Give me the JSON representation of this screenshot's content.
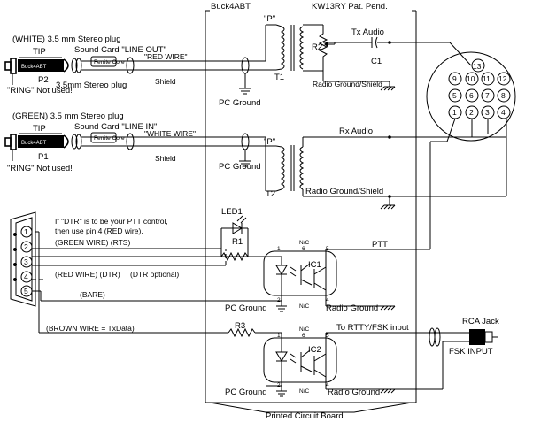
{
  "header": {
    "left_label": "Buck4ABT",
    "right_label": "KW13RY Pat. Pend.",
    "footer": "Printed Circuit Board"
  },
  "plug_out": {
    "title": "(WHITE) 3.5 mm Stereo plug",
    "tip": "TIP",
    "plug_name": "P2",
    "plug_text": "3.5mm Stereo plug",
    "ring_note": "\"RING\" Not used!",
    "brand": "Buck4ABT",
    "ferrite": "Ferrite Core"
  },
  "plug_in": {
    "title": "(GREEN) 3.5 mm Stereo plug",
    "tip": "TIP",
    "plug_name": "P1",
    "ring_note": "\"RING\" Not used!",
    "brand": "Buck4ABT",
    "ferrite": "Ferrite Core"
  },
  "line_out": {
    "label": "Sound Card \"LINE OUT\"",
    "wire": "\"RED WIRE\"",
    "shield": "Shield",
    "ground": "PC Ground"
  },
  "line_in": {
    "label": "Sound Card \"LINE IN\"",
    "wire": "\"WHITE WIRE\"",
    "shield": "Shield",
    "ground": "PC Ground"
  },
  "transformers": {
    "t1": "T1",
    "t2": "T2",
    "p1": "\"P\"",
    "p2": "\"P\""
  },
  "audio": {
    "r2": "R2",
    "c1": "C1",
    "tx": "Tx Audio",
    "rx": "Rx Audio",
    "radio_ground_1": "Radio Ground/Shield",
    "radio_ground_2": "Radio Ground/Shield"
  },
  "din": {
    "pins": [
      "13",
      "9",
      "10",
      "11",
      "12",
      "5",
      "6",
      "7",
      "8",
      "1",
      "2",
      "3",
      "4"
    ]
  },
  "db9": {
    "pins": [
      "1",
      "2",
      "3",
      "4",
      "5"
    ],
    "note_line1": "If \"DTR\" is to be your PTT control,",
    "note_line2": "then use pin 4 (RED wire).",
    "green_wire": "(GREEN WIRE) (RTS)",
    "red_wire": "(RED WIRE) (DTR)",
    "dtr_optional": "(DTR optional)",
    "bare": "(BARE)",
    "brown_wire": "(BROWN WIRE = TxData)"
  },
  "ptt_circuit": {
    "led": "LED1",
    "r1": "R1",
    "ic1": "IC1",
    "ptt": "PTT",
    "pc_ground": "PC Ground",
    "radio_ground": "Radio Ground",
    "nc": "N/C",
    "pins": [
      "1",
      "2",
      "4",
      "5",
      "6"
    ]
  },
  "fsk_circuit": {
    "r3": "R3",
    "ic2": "IC2",
    "to_label": "To  RTTY/FSK input",
    "pc_ground": "PC Ground",
    "radio_ground": "Radio Ground",
    "nc": "N/C",
    "pins": [
      "1",
      "2",
      "4",
      "5",
      "6"
    ],
    "jack": "RCA Jack",
    "fsk_input": "FSK INPUT"
  }
}
